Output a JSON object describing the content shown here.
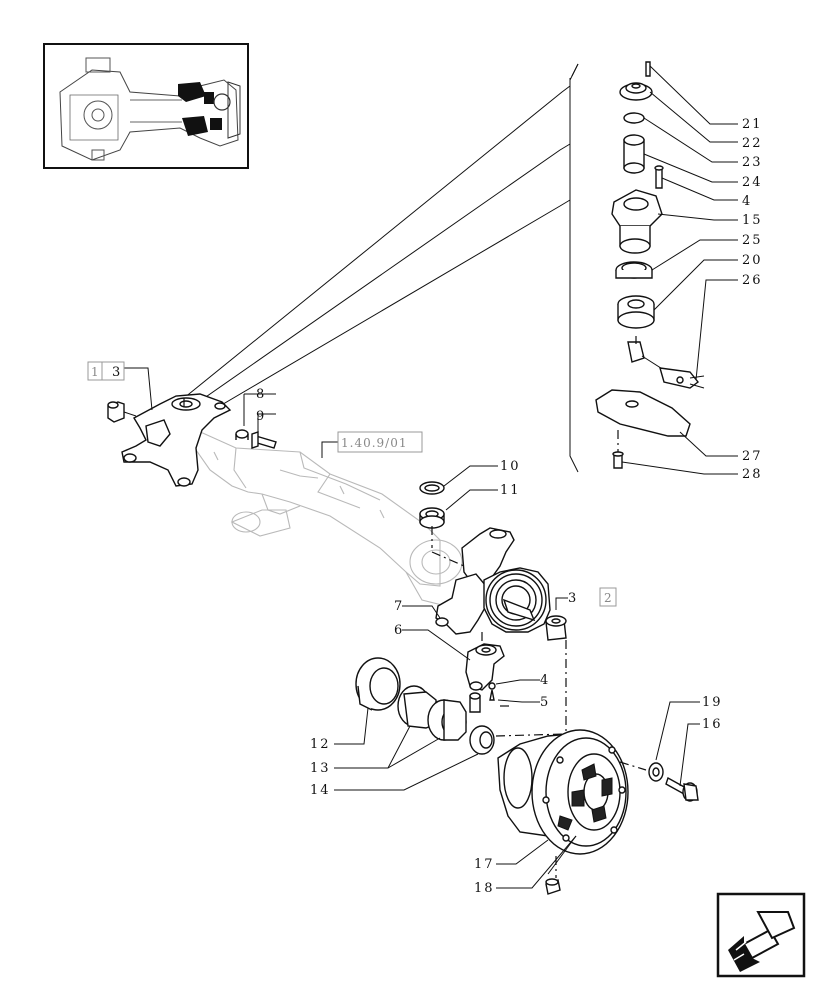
{
  "figure": {
    "ref_section": "1.40.9/01",
    "ref_box_left": "1",
    "ref_box_right": "2"
  },
  "callouts": {
    "c3_left": "3",
    "c8": "8",
    "c9": "9",
    "c10": "10",
    "c11": "11",
    "c3_right": "3",
    "c7": "7",
    "c6": "6",
    "c4_lower": "4",
    "c5": "5",
    "c12": "12",
    "c13": "13",
    "c14": "14",
    "c17": "17",
    "c18": "18",
    "c19": "19",
    "c16": "16",
    "c21": "21",
    "c22": "22",
    "c23": "23",
    "c24": "24",
    "c4_upper": "4",
    "c15": "15",
    "c25": "25",
    "c20": "20",
    "c26": "26",
    "c27": "27",
    "c28": "28"
  },
  "icons": {
    "thumbnail": "axle-overview-thumbnail",
    "nav": "previous-page-arrow-icon"
  }
}
